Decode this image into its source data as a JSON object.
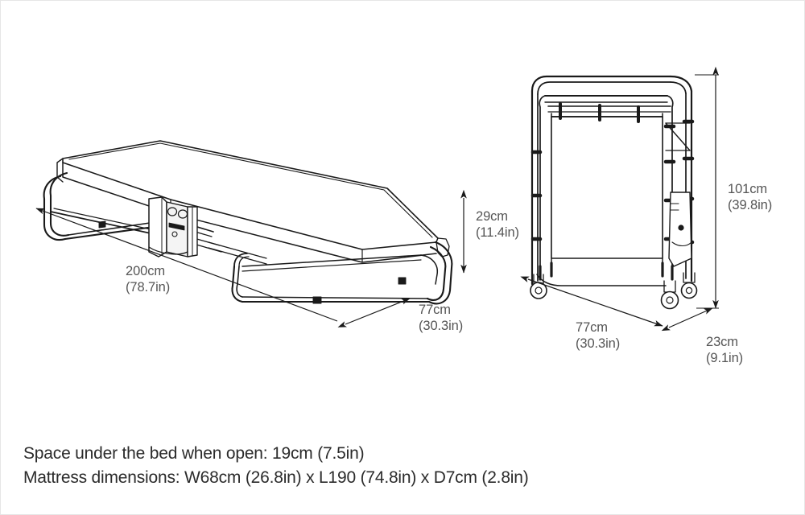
{
  "page": {
    "background_color": "#ffffff",
    "border_color": "#e6e6e6",
    "line_color": "#1a1a1a",
    "dimension_text_color": "#555555",
    "note_text_color": "#2b2b2b"
  },
  "diagram": {
    "title_alt": "Folding guest bed dimension diagram, open and folded views",
    "views": [
      {
        "id": "open-bed",
        "label": "Bed shown open with mattress on tubular frame"
      },
      {
        "id": "folded-bed",
        "label": "Bed shown folded upright on castors"
      }
    ]
  },
  "dimensions": {
    "open_bed_length": {
      "metric": "200cm",
      "imperial": "(78.7in)"
    },
    "open_bed_width": {
      "metric": "77cm",
      "imperial": "(30.3in)"
    },
    "open_bed_height": {
      "metric": "29cm",
      "imperial": "(11.4in)"
    },
    "folded_bed_height": {
      "metric": "101cm",
      "imperial": "(39.8in)"
    },
    "folded_bed_width": {
      "metric": "77cm",
      "imperial": "(30.3in)"
    },
    "folded_bed_depth": {
      "metric": "23cm",
      "imperial": "(9.1in)"
    }
  },
  "notes": {
    "line1": "Space under the bed when open: 19cm (7.5in)",
    "line2": "Mattress dimensions: W68cm (26.8in) x L190 (74.8in) x D7cm (2.8in)"
  }
}
